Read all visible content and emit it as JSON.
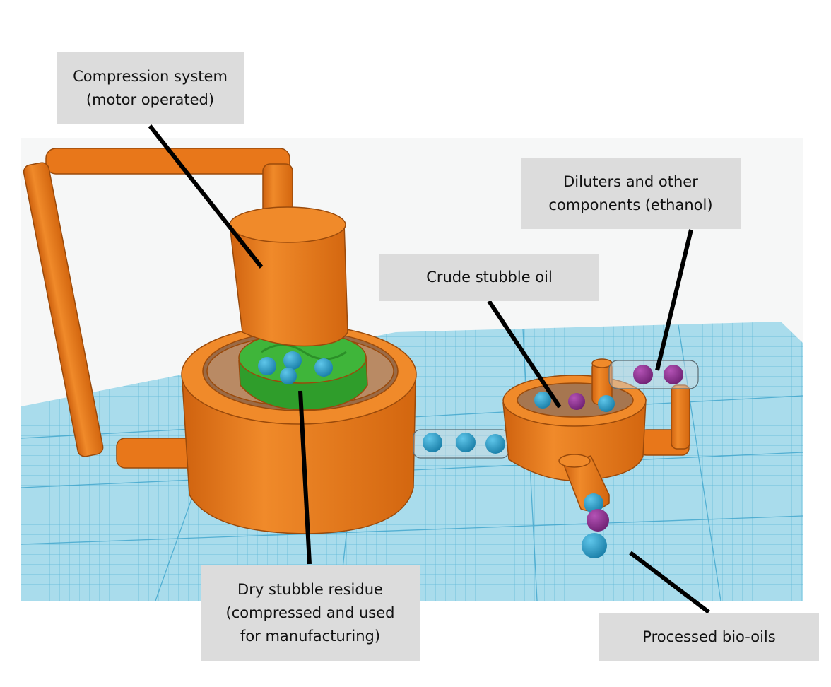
{
  "labels": {
    "compression": "Compression system\n(motor operated)",
    "diluters": "Diluters and other\ncomponents (ethanol)",
    "crude_oil": "Crude stubble oil",
    "dry_residue": "Dry stubble residue\n(compressed and used\nfor manufacturing)",
    "bio_oils": "Processed bio-oils"
  },
  "colors": {
    "grid_fill": "#a9dcec",
    "grid_line": "#5cb6d6",
    "machine_orange": "#e8771a",
    "machine_dark": "#b9590d",
    "stubble_green": "#3fb53a",
    "ball_blue": "#1e98c4",
    "ball_purple": "#8a2c8e",
    "callout_bg": "#dcdcdc",
    "leader_line": "#000000"
  }
}
